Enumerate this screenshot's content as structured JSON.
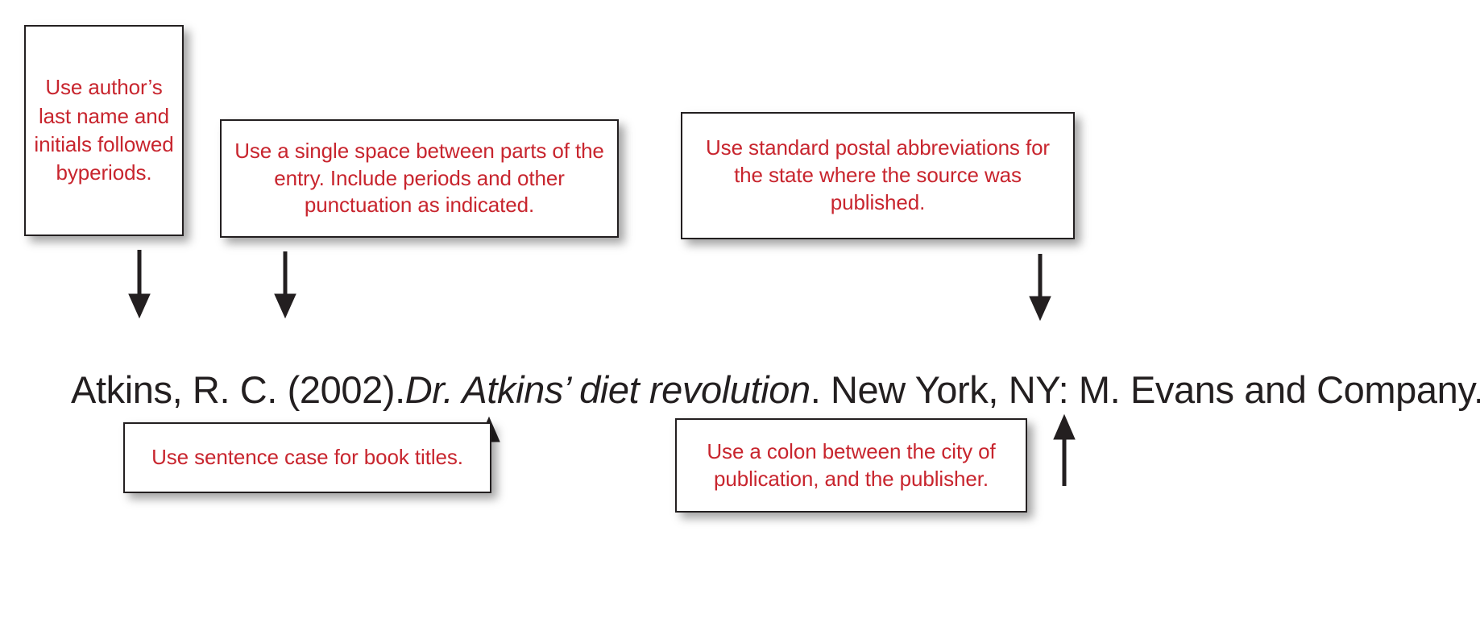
{
  "diagram": {
    "title": "APA reference entry annotated example",
    "accent_red": "#c8252e",
    "ink_black": "#231f20",
    "background": "#ffffff"
  },
  "callouts": {
    "author": {
      "id": "use-author-last-name",
      "text": "Use author’s last name and initials followed byperiods."
    },
    "spacing": {
      "id": "use-single-space",
      "text": "Use a single space between parts of the entry. Include periods and other punctuation as indicated."
    },
    "postal": {
      "id": "use-standard-postal-abbreviations",
      "text": "Use standard postal abbreviations for the state where the source was published."
    },
    "sentence_case": {
      "id": "use-sentence-case",
      "text": "Use sentence case for book titles."
    },
    "colon": {
      "id": "use-a-colon",
      "text": "Use a colon between the city of publication, and the publisher."
    }
  },
  "citation": {
    "full_text": "Atkins, R. C. (2002). Dr. Atkins’ diet revolution. New York, NY: M. Evans and Company.",
    "segments": {
      "author_year": "Atkins, R. C. (2002). ",
      "title_italic": "Dr. Atkins’ diet revolution",
      "publication": ". New York, NY: M. Evans and Company."
    }
  },
  "arrows": [
    {
      "id": "arrow-author-down",
      "direction": "down",
      "from": "author",
      "to": "citation"
    },
    {
      "id": "arrow-spacing-down",
      "direction": "down",
      "from": "spacing",
      "to": "citation"
    },
    {
      "id": "arrow-postal-down",
      "direction": "down",
      "from": "postal",
      "to": "citation"
    },
    {
      "id": "arrow-sentence-case-up",
      "direction": "up",
      "from": "sentence_case",
      "to": "citation"
    },
    {
      "id": "arrow-colon-up",
      "direction": "up",
      "from": "colon",
      "to": "citation"
    }
  ]
}
